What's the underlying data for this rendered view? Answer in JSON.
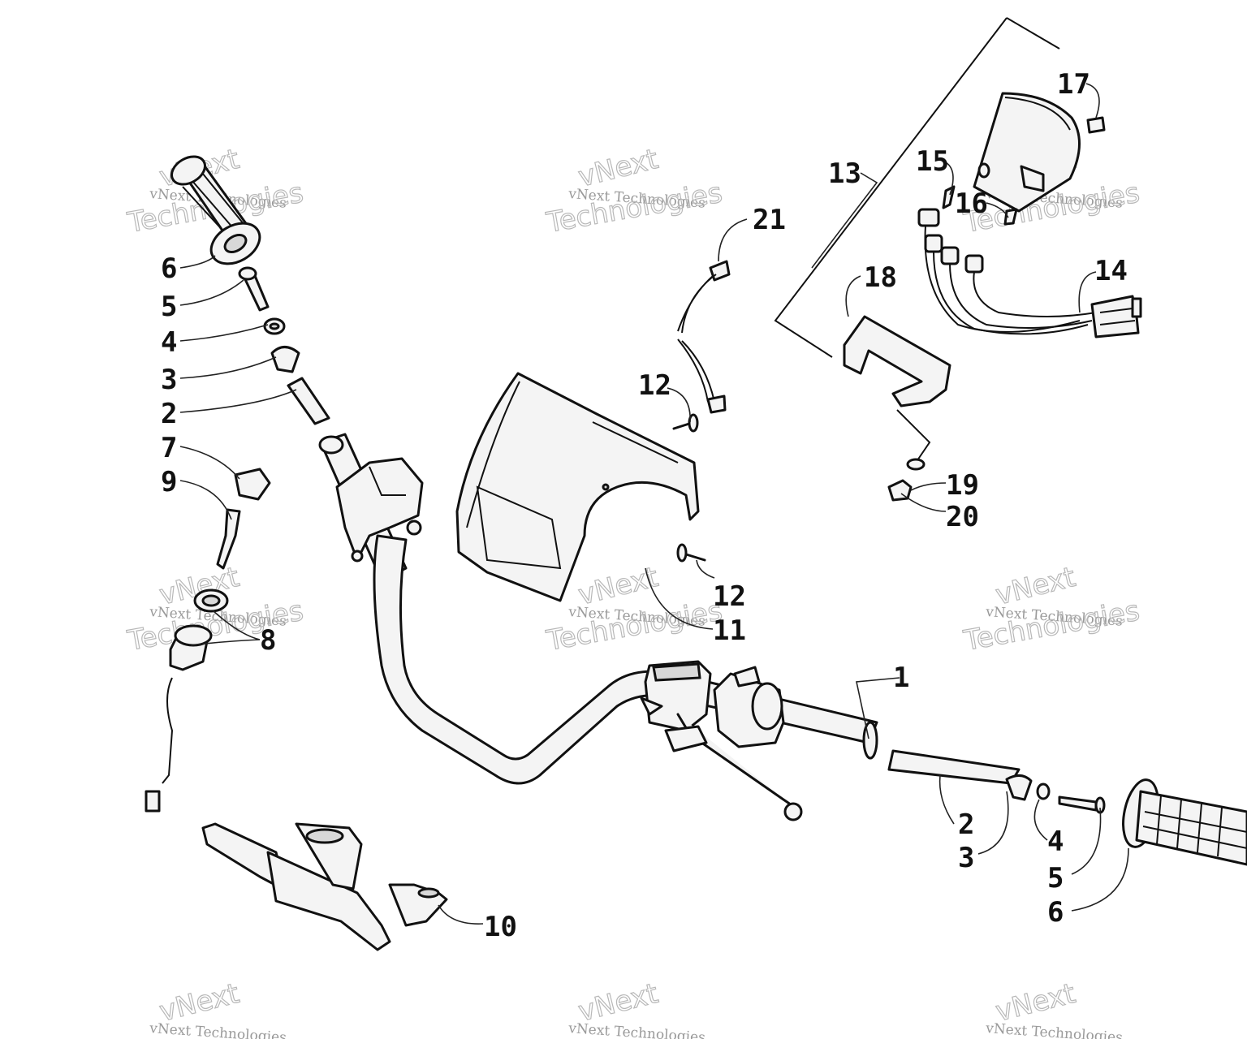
{
  "diagram": {
    "callouts": [
      {
        "id": "c1",
        "label": "1"
      },
      {
        "id": "c2a",
        "label": "2"
      },
      {
        "id": "c2b",
        "label": "2"
      },
      {
        "id": "c3a",
        "label": "3"
      },
      {
        "id": "c3b",
        "label": "3"
      },
      {
        "id": "c4a",
        "label": "4"
      },
      {
        "id": "c4b",
        "label": "4"
      },
      {
        "id": "c5a",
        "label": "5"
      },
      {
        "id": "c5b",
        "label": "5"
      },
      {
        "id": "c6a",
        "label": "6"
      },
      {
        "id": "c6b",
        "label": "6"
      },
      {
        "id": "c7",
        "label": "7"
      },
      {
        "id": "c8",
        "label": "8"
      },
      {
        "id": "c9",
        "label": "9"
      },
      {
        "id": "c10",
        "label": "10"
      },
      {
        "id": "c11",
        "label": "11"
      },
      {
        "id": "c12a",
        "label": "12"
      },
      {
        "id": "c12b",
        "label": "12"
      },
      {
        "id": "c13",
        "label": "13"
      },
      {
        "id": "c14",
        "label": "14"
      },
      {
        "id": "c15",
        "label": "15"
      },
      {
        "id": "c16",
        "label": "16"
      },
      {
        "id": "c17",
        "label": "17"
      },
      {
        "id": "c18",
        "label": "18"
      },
      {
        "id": "c19",
        "label": "19"
      },
      {
        "id": "c20",
        "label": "20"
      },
      {
        "id": "c21",
        "label": "21"
      }
    ]
  },
  "watermark": {
    "small": "vNext Technologies",
    "big_top": "vNext",
    "big_bottom": "Technologies"
  }
}
